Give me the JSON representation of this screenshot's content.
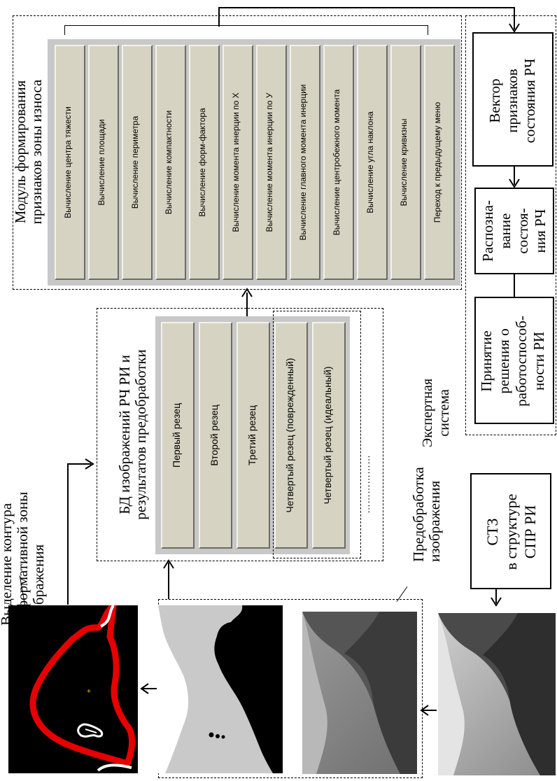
{
  "module": {
    "title_line1": "Модуль формирования",
    "title_line2": "признаков зоны износа",
    "buttons": [
      "Вычисление центра тяжести",
      "Вычисление площади",
      "Вычисление периметра",
      "Вычисление компактности",
      "Вычисление форм-фактора",
      "Вычисление момента инерции по Х",
      "Вычисление момента инерции по У",
      "Вычисление главного момента инерции",
      "Вычисление центробежного момента",
      "Вычисление угла наклона",
      "Вычисление кривизны",
      "Переход к предыдущему меню"
    ]
  },
  "database": {
    "title_line1": "БД изображений РЧ РИ и",
    "title_line2": "результатов предобработки",
    "buttons": [
      "Первый резец",
      "Второй резец",
      "Третий резец",
      "Четвертый резец (поврежденный)",
      "Четвертый резец (идеальный)"
    ],
    "ellipsis": "………………"
  },
  "expert": {
    "label_line1": "Экспертная",
    "label_line2": "система",
    "vector": [
      "Вектор",
      "признаков",
      "состояния РЧ"
    ],
    "recognition": [
      "Распозна-",
      "вание",
      "состоя-",
      "ния РЧ"
    ],
    "decision": [
      "Принятие",
      "решения о",
      "работоспособ-",
      "ности РИ"
    ]
  },
  "contour": {
    "label": [
      "Выделение контура",
      "информативной зоны",
      "изображения"
    ]
  },
  "preprocess": {
    "label": [
      "Предобработка",
      "изображения"
    ]
  },
  "cts": {
    "lines": [
      "СТЗ",
      "в структуре",
      "СПР РИ"
    ]
  },
  "colors": {
    "panel": "#c8c8c8",
    "button": "#d6d3c2",
    "contour_red": "#e60000"
  }
}
